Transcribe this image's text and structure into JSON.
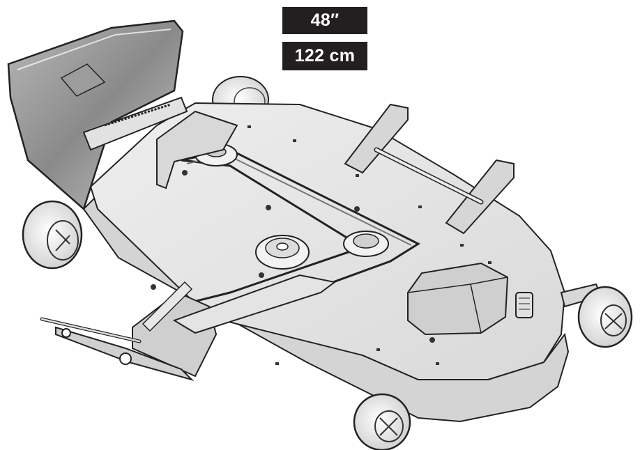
{
  "deck_size": {
    "inches_label": "48″",
    "cm_label": "122 cm"
  },
  "illustration": {
    "subject": "mower-deck",
    "components": [
      "mower-deck-plate",
      "grass-discharge-chute",
      "drive-belt",
      "center-spindle-pulley",
      "idler-pulley",
      "spindle-cover",
      "front-hitch-bracket",
      "rear-hanger-brackets",
      "gauge-wheels",
      "front-linkage"
    ]
  },
  "colors": {
    "badge_background": "#231f20",
    "badge_text": "#ffffff",
    "line_art": "#222222",
    "deck_fill": "#e6e6e6"
  }
}
